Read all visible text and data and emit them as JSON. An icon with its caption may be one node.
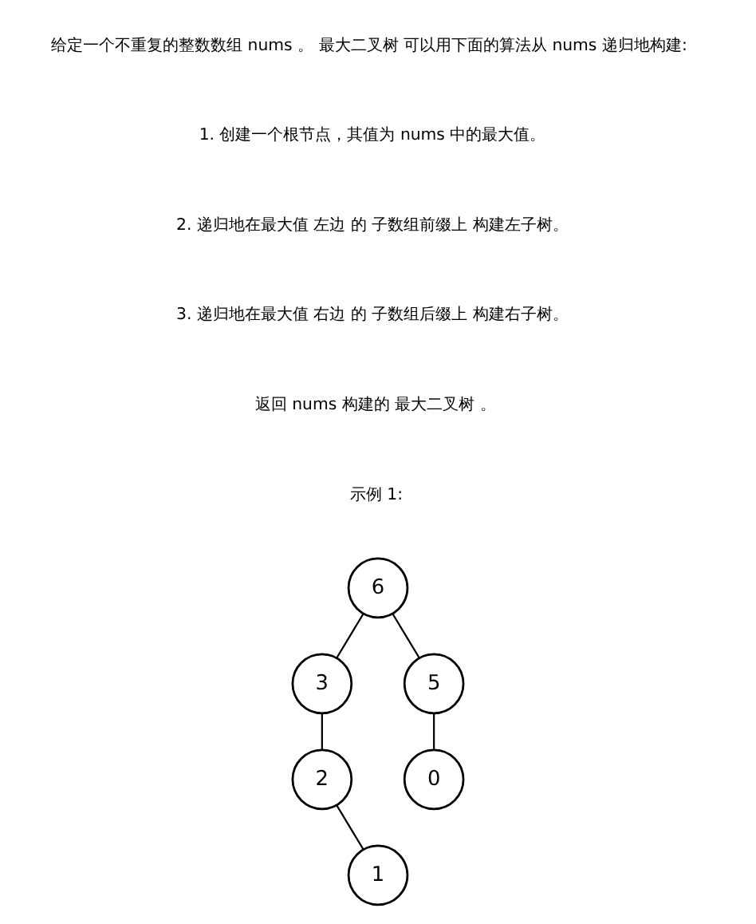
{
  "diagram": {
    "nodes": [
      {
        "text": [
          "6"
        ]
      },
      {
        "text": [
          "3"
        ]
      },
      {
        "text": [
          "5"
        ]
      },
      {
        "text": [
          "2"
        ]
      },
      {
        "text": [
          "0"
        ]
      },
      {
        "text": [
          "1"
        ]
      }
    ],
    "edges": [
      {
        "from": 0,
        "to": 1,
        "arrow": "none"
      },
      {
        "from": 0,
        "to": 2,
        "arrow": "none"
      },
      {
        "from": 1,
        "to": 3,
        "arrow": "none"
      },
      {
        "from": 2,
        "to": 4,
        "arrow": "none"
      },
      {
        "from": 3,
        "to": 5,
        "arrow": "none"
      }
    ],
    "labels": [
      "给定一个不重复的整数数组 nums 。 最大二叉树 可以用下面的算法从 nums 递归地构建:",
      "1. 创建一个根节点，其值为 nums 中的最大值。",
      "2. 递归地在最大值 左边 的 子数组前缀上 构建左子树。",
      "3. 递归地在最大值 右边 的 子数组后缀上 构建右子树。",
      "返回 nums 构建的 最大二叉树 。",
      "示例 1:"
    ]
  }
}
